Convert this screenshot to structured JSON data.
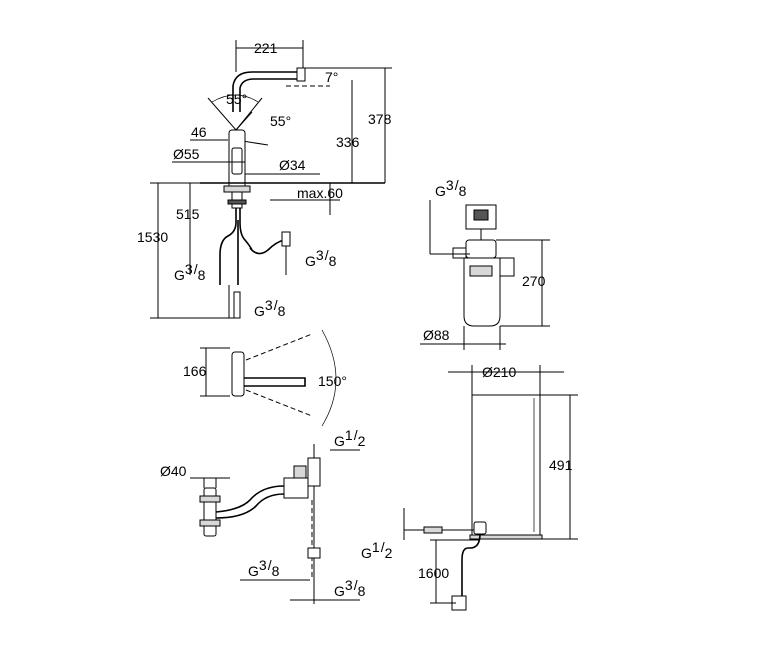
{
  "dimensions": {
    "spout_reach": "221",
    "spout_tilt": "7°",
    "lever_angle": "55°",
    "lever_angle_side": "55°",
    "height_total": "378",
    "height_spout": "336",
    "lever_offset": "46",
    "body_diameter": "Ø55",
    "mount_diameter": "Ø34",
    "deck_thickness": "max.60",
    "shank_length": "515",
    "hose_length": "1530",
    "swivel_depth": "166",
    "swivel_angle": "150°",
    "pipe_diameter": "Ø40",
    "filter_diameter": "Ø88",
    "filter_height": "270",
    "tank_diameter": "Ø210",
    "tank_height": "491",
    "tank_hose": "1600"
  },
  "threads": {
    "g38": {
      "main": "G",
      "num": "3",
      "den": "8"
    },
    "g12": {
      "main": "G",
      "num": "1",
      "den": "2"
    }
  }
}
